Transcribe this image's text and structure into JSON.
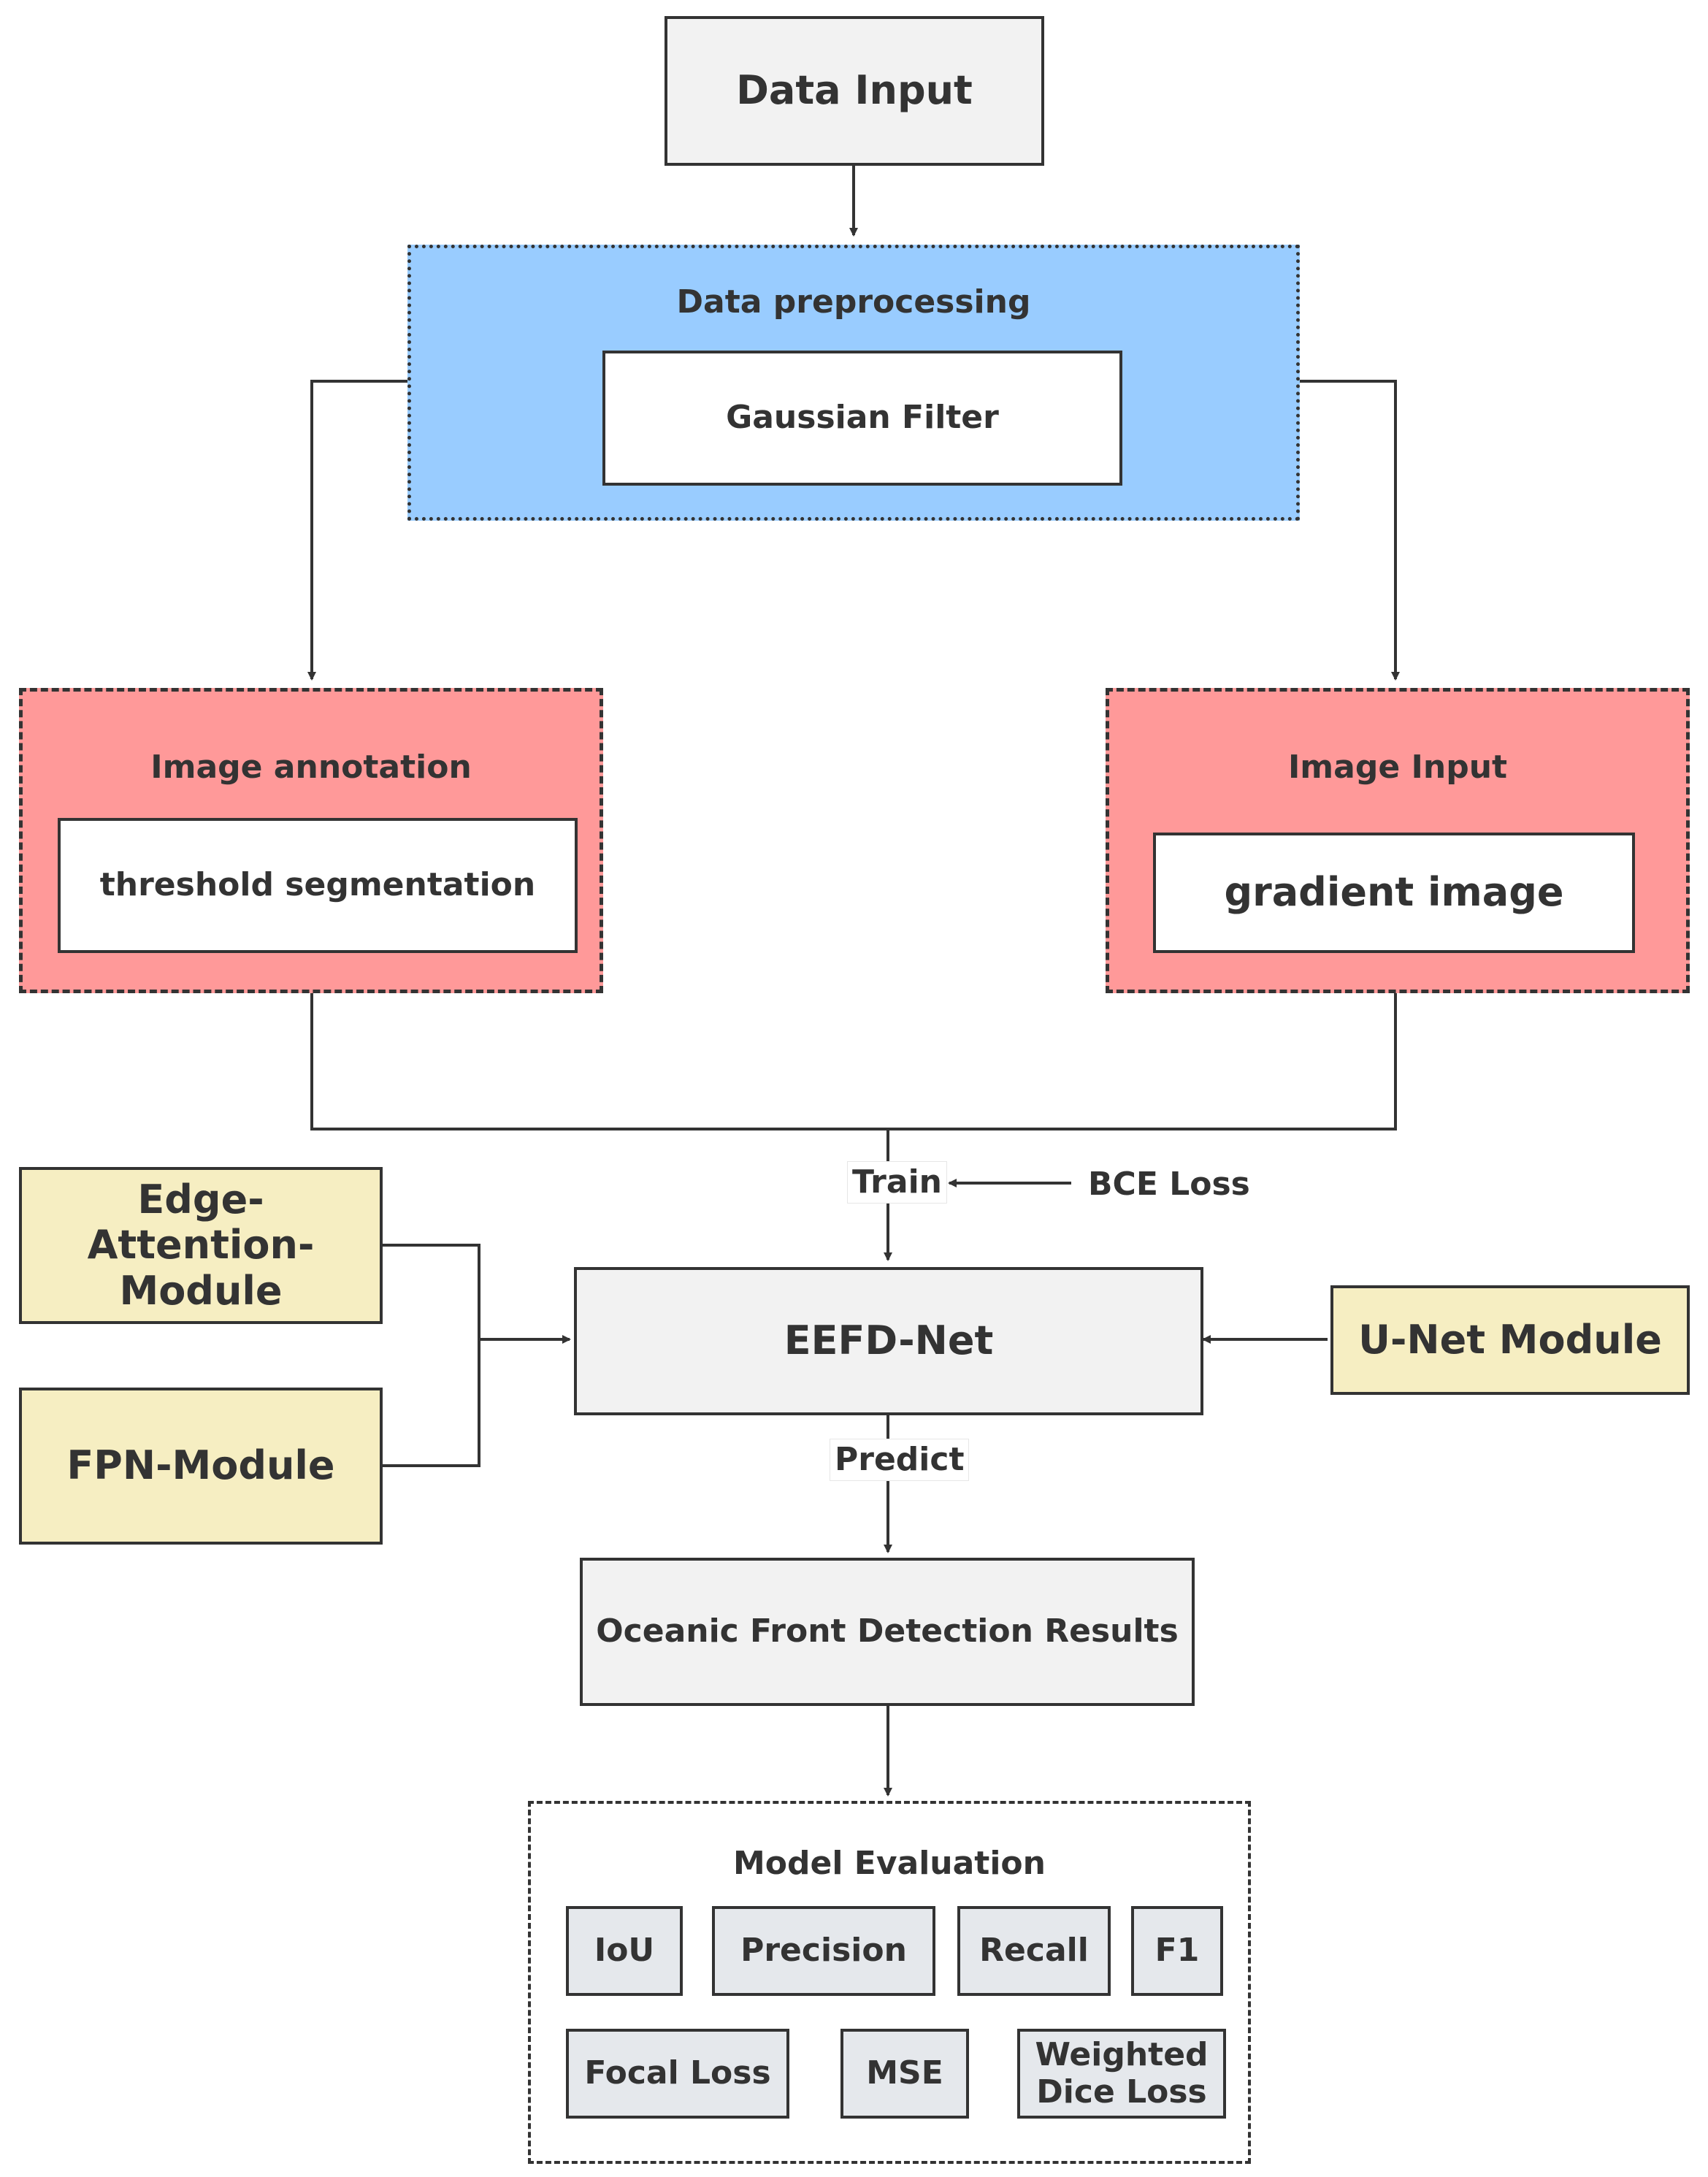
{
  "nodes": {
    "data_input": "Data Input",
    "preprocessing": {
      "title": "Data preprocessing",
      "inner": "Gaussian Filter"
    },
    "annotation": {
      "title": "Image annotation",
      "inner": "threshold segmentation"
    },
    "image_input": {
      "title": "Image Input",
      "inner": "gradient image"
    },
    "edge_attention": "Edge-Attention-Module",
    "fpn": "FPN-Module",
    "eefd": "EEFD-Net",
    "unet": "U-Net Module",
    "results": "Oceanic Front Detection Results",
    "evaluation": {
      "title": "Model Evaluation",
      "metrics": [
        "IoU",
        "Precision",
        "Recall",
        "F1",
        "Focal Loss",
        "MSE",
        "Weighted Dice Loss"
      ]
    }
  },
  "edges": {
    "train": "Train",
    "bce_loss": "BCE Loss",
    "predict": "Predict"
  },
  "colors": {
    "line": "#333333",
    "blue_fill": "#99ccff",
    "red_fill": "#ff9999",
    "yellow_fill": "#f6eec2",
    "gray_fill": "#f2f2f2",
    "metric_fill": "#e5e8ec"
  }
}
